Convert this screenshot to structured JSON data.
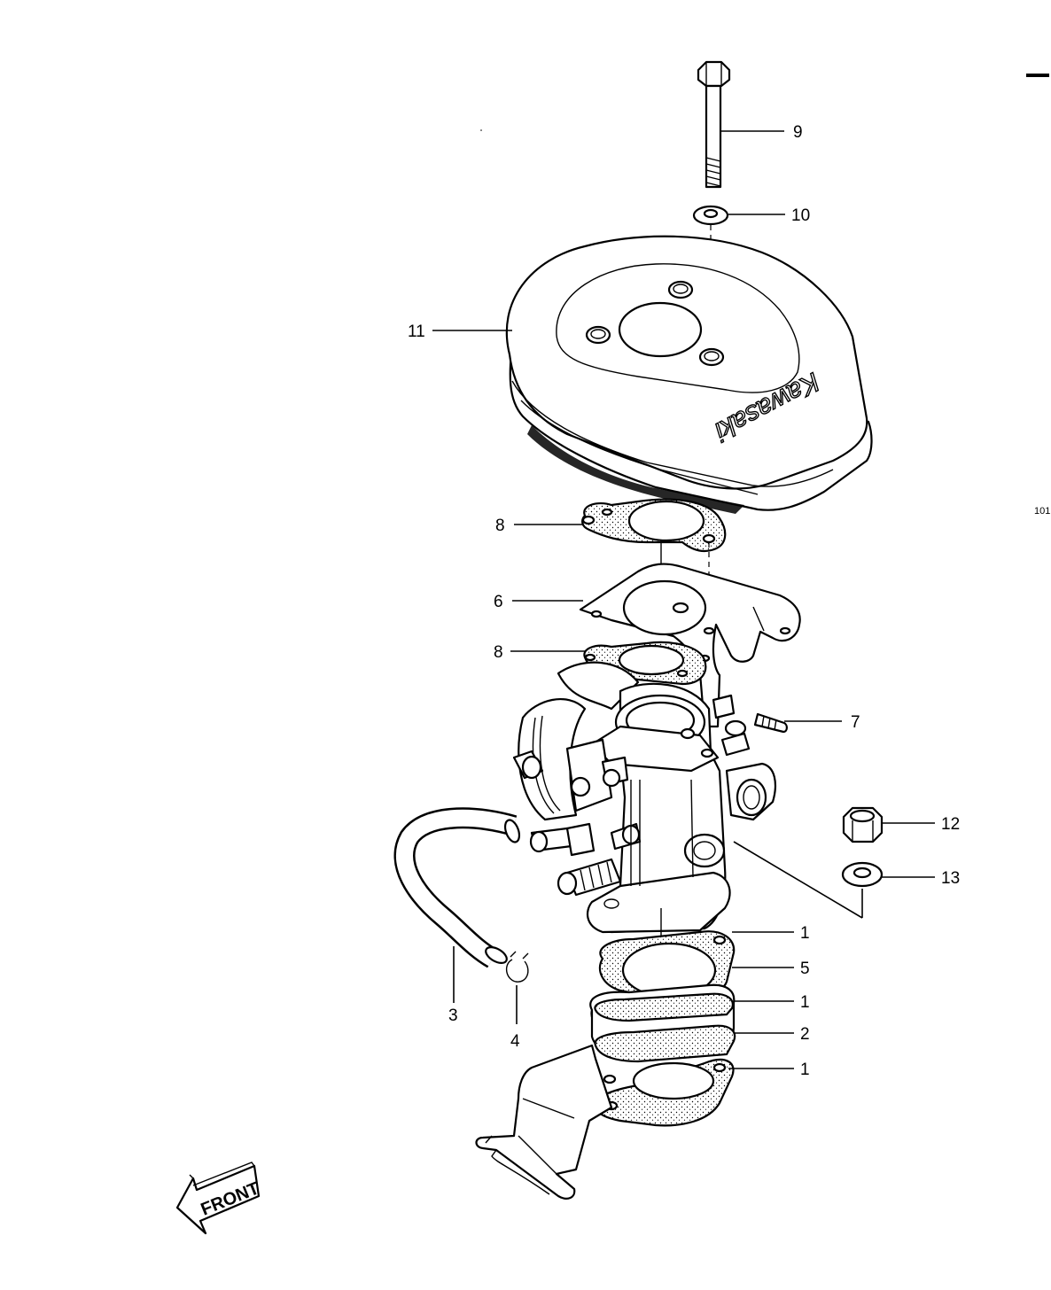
{
  "parts": [
    {
      "number": "1",
      "name": "gasket"
    },
    {
      "number": "1",
      "name": "gasket"
    },
    {
      "number": "1",
      "name": "gasket"
    },
    {
      "number": "2",
      "name": "insulator"
    },
    {
      "number": "3",
      "name": "hose"
    },
    {
      "number": "4",
      "name": "clamp"
    },
    {
      "number": "5",
      "name": "holder"
    },
    {
      "number": "6",
      "name": "bracket"
    },
    {
      "number": "7",
      "name": "screw"
    },
    {
      "number": "8",
      "name": "gasket"
    },
    {
      "number": "8",
      "name": "gasket"
    },
    {
      "number": "9",
      "name": "bolt"
    },
    {
      "number": "10",
      "name": "washer"
    },
    {
      "number": "11",
      "name": "air-cleaner-cover"
    },
    {
      "number": "12",
      "name": "nut"
    },
    {
      "number": "13",
      "name": "washer"
    }
  ],
  "labels": {
    "p9": "9",
    "p10": "10",
    "p11": "11",
    "p8a": "8",
    "p6": "6",
    "p8b": "8",
    "p7": "7",
    "p12": "12",
    "p13": "13",
    "p1a": "1",
    "p5": "5",
    "p1b": "1",
    "p2": "2",
    "p1c": "1",
    "p3": "3",
    "p4": "4"
  },
  "brand_text": "Kawasaki",
  "front_label": "FRONT",
  "page_number": "101"
}
